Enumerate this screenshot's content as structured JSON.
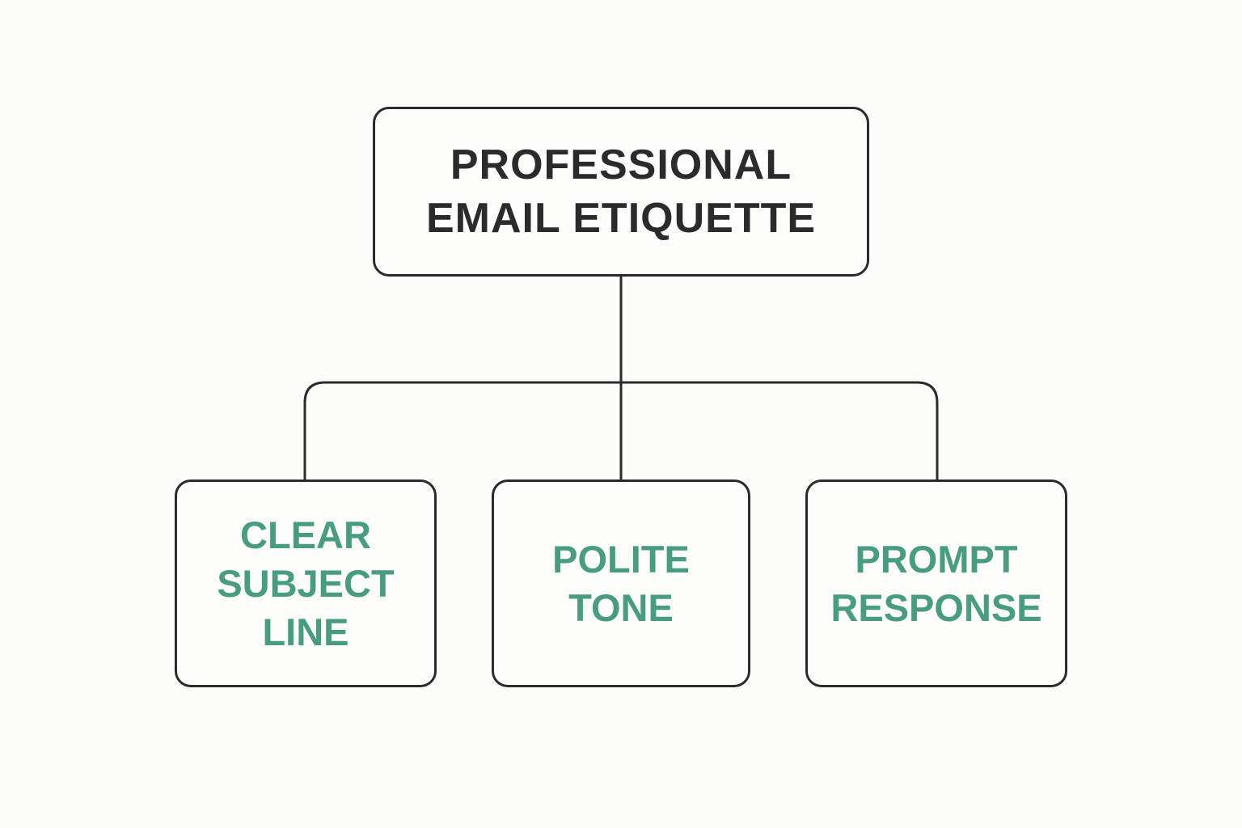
{
  "diagram": {
    "root": {
      "label": "PROFESSIONAL\nEMAIL ETIQUETTE"
    },
    "children": [
      {
        "label": "CLEAR\nSUBJECT\nLINE"
      },
      {
        "label": "POLITE\nTONE"
      },
      {
        "label": "PROMPT\nRESPONSE"
      }
    ]
  },
  "colors": {
    "background": "#fcfcfa",
    "outline": "#2b2b2b",
    "root_text": "#2b2b2b",
    "child_text": "#4a9c80"
  }
}
